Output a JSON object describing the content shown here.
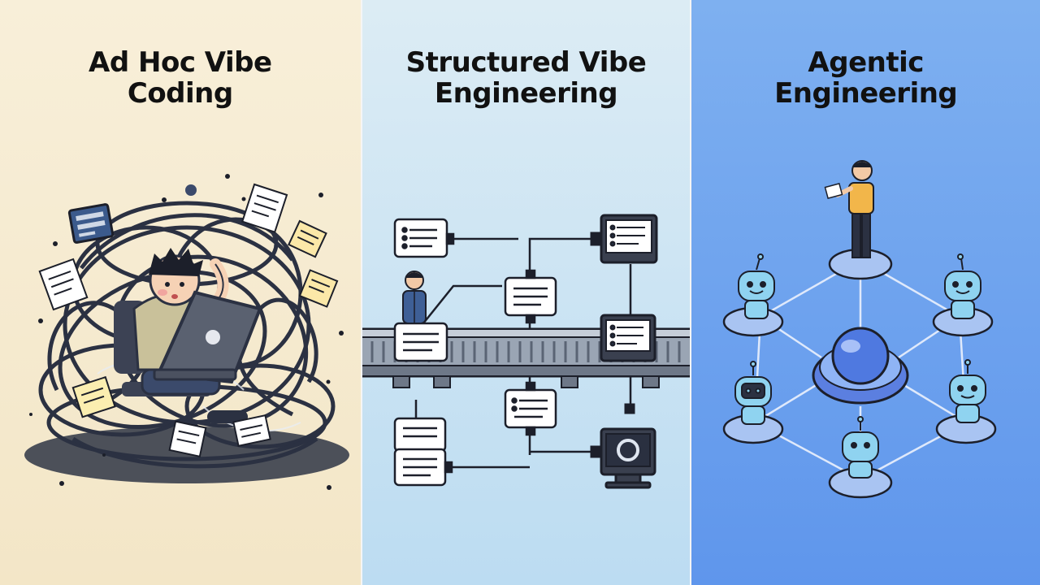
{
  "panels": [
    {
      "id": "ad-hoc",
      "title_line1": "Ad Hoc Vibe",
      "title_line2": "Coding"
    },
    {
      "id": "structured",
      "title_line1": "Structured Vibe",
      "title_line2": "Engineering"
    },
    {
      "id": "agentic",
      "title_line1": "Agentic",
      "title_line2": "Engineering"
    }
  ],
  "colors": {
    "panel1_bg": "#f3e6c7",
    "panel2_bg": "#c9e3f3",
    "panel3_bg": "#6a9ded",
    "ink": "#1c1f2a",
    "robot": "#8fd3f0",
    "hub": "#5b7fe0"
  }
}
